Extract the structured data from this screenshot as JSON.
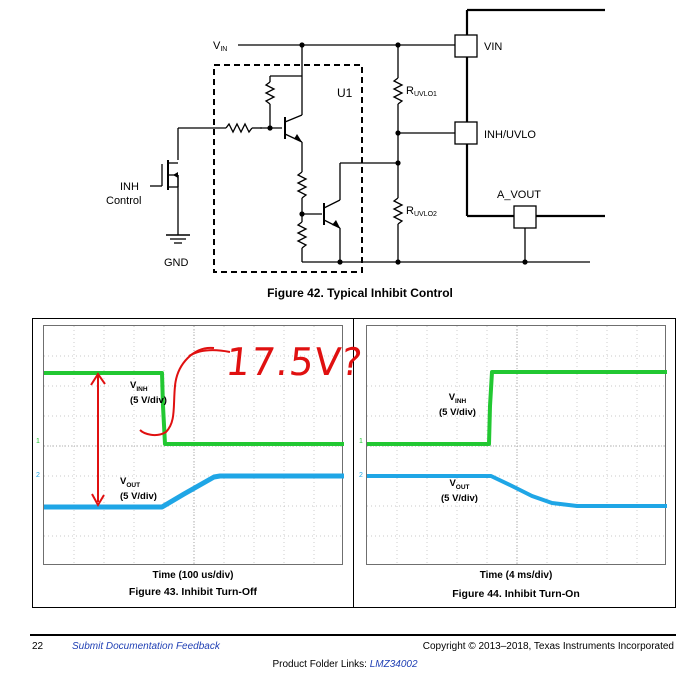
{
  "schematic": {
    "labels": {
      "vin_net": "V",
      "vin_net_sub": "IN",
      "u1": "U1",
      "inh": "INH",
      "control": "Control",
      "gnd": "GND",
      "r_uvlo1": "R",
      "r_uvlo1_sub": "UVLO1",
      "r_uvlo2": "R",
      "r_uvlo2_sub": "UVLO2",
      "pin_vin": "VIN",
      "pin_inh_uvlo": "INH/UVLO",
      "pin_a_vout": "A_VOUT"
    }
  },
  "figure42_caption": "Figure 42.  Typical Inhibit Control",
  "figure43": {
    "vinh_label": "V",
    "vinh_sub": "INH",
    "vinh_scale": "(5 V/div)",
    "vout_label": "V",
    "vout_sub": "OUT",
    "vout_scale": "(5 V/div)",
    "time_label": "Time (100 us/div)",
    "caption": "Figure 43. Inhibit Turn-Off",
    "annotation": "17.5V?",
    "ch1_marker": "1",
    "ch2_marker": "2"
  },
  "figure44": {
    "vinh_label": "V",
    "vinh_sub": "INH",
    "vinh_scale": "(5 V/div)",
    "vout_label": "V",
    "vout_sub": "OUT",
    "vout_scale": "(5 V/div)",
    "time_label": "Time (4 ms/div)",
    "caption": "Figure 44. Inhibit Turn-On",
    "ch1_marker": "1",
    "ch2_marker": "2"
  },
  "footer": {
    "page_number": "22",
    "feedback_link": "Submit Documentation Feedback",
    "copyright": "Copyright © 2013–2018, Texas Instruments Incorporated",
    "product_folder_prefix": "Product Folder Links: ",
    "product_link": "LMZ34002"
  },
  "colors": {
    "vinh_trace": "#22c832",
    "vout_trace": "#1fa6e6",
    "annotation": "#e01010",
    "grid": "#b9b9b9"
  }
}
